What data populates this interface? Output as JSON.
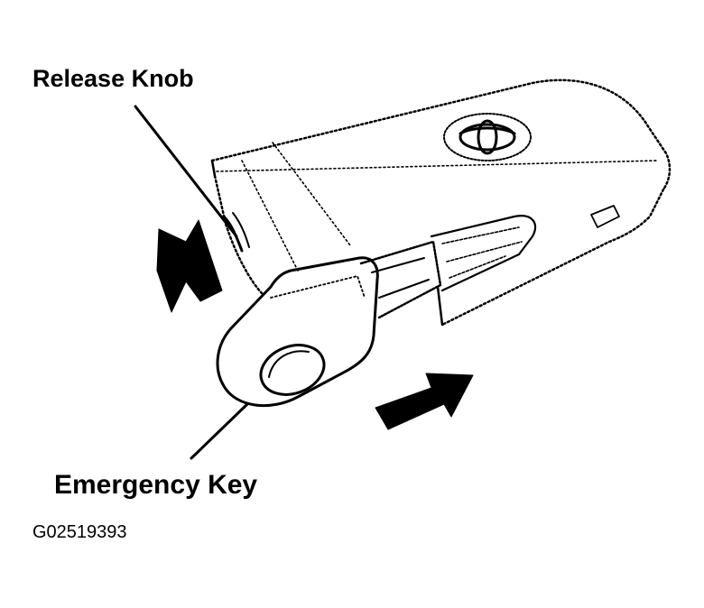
{
  "labels": {
    "release_knob": "Release Knob",
    "emergency_key": "Emergency Key",
    "figure_code": "G02519393"
  },
  "colors": {
    "ink": "#000000",
    "background": "#ffffff"
  },
  "icons": {
    "logo": "toyota-emblem-icon",
    "arrows": [
      "arrow-up-icon",
      "arrow-right-icon"
    ]
  }
}
